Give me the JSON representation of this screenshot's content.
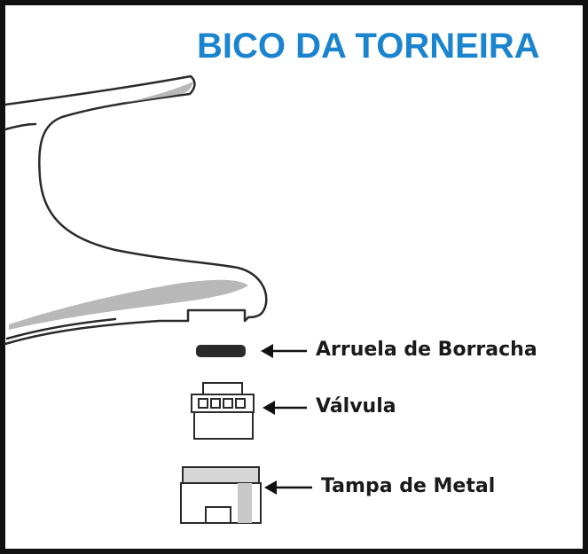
{
  "title": "BICO DA TORNEIRA",
  "colors": {
    "title": "#1b84cf",
    "outline": "#2a2a2a",
    "shade": "#b8b8b8",
    "border": "#111111"
  },
  "parts": [
    {
      "label": "Arruela de Borracha",
      "icon": "rubber-washer-icon"
    },
    {
      "label": "Válvula",
      "icon": "valve-icon"
    },
    {
      "label": "Tampa de Metal",
      "icon": "metal-cap-icon"
    }
  ],
  "faucet_icon": "faucet-spout-icon",
  "arrow_icon": "left-arrow-icon"
}
